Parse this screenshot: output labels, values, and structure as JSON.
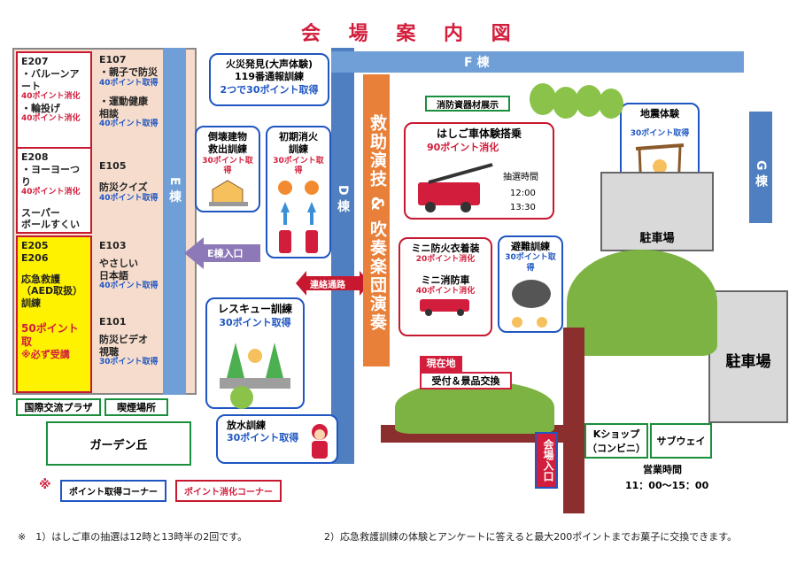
{
  "title": "会 場 案 内 図",
  "rooms": {
    "e207": {
      "code": "E207",
      "l1": "・バルーンアート",
      "p1": "40ポイント消化",
      "l2": "・輪投げ",
      "p2": "40ポイント消化"
    },
    "e208": {
      "code": "E208",
      "l1": "・ヨーヨーつり",
      "p1": "40ポイント消化",
      "l2": "スーパー",
      "l3": "ボールすくい"
    },
    "e205": {
      "code1": "E205",
      "code2": "E206",
      "l1": "応急救護",
      "l2": "（AED取扱）",
      "l3": "訓練",
      "p1": "50ポイント取",
      "note": "※必ず受講"
    },
    "e107": {
      "code": "E107",
      "l1": "・親子で防災",
      "p1": "40ポイント取得",
      "l2": "・運動健康",
      "l3": "相談",
      "p2": "40ポイント取得"
    },
    "e105": {
      "code": "E105",
      "l1": "防災クイズ",
      "p1": "40ポイント取得"
    },
    "e103": {
      "code": "E103",
      "l1": "やさしい",
      "l2": "日本語",
      "p1": "40ポイント取得"
    },
    "e101": {
      "code": "E101",
      "l1": "防災ビデオ",
      "l2": "視聴",
      "p1": "30ポイント取得"
    }
  },
  "roads": {
    "e_label": "E 棟",
    "d_label": "D 棟",
    "f_label": "F 棟",
    "g_label": "G 棟",
    "e_entrance": "E棟入口",
    "connector": "連絡通路"
  },
  "cards": {
    "fire_report": {
      "l1": "火災発見(大声体験)",
      "l2": "119番通報訓練",
      "p": "2つで30ポイント取得"
    },
    "collapse": {
      "l1": "倒壊建物",
      "l2": "救出訓練",
      "p": "30ポイント取得"
    },
    "initial_fire": {
      "l1": "初期消火",
      "l2": "訓練",
      "p": "30ポイント取得"
    },
    "rescue": {
      "l1": "レスキュー訓練",
      "p": "30ポイント取得"
    },
    "water": {
      "l1": "放水訓練",
      "p": "30ポイント取得"
    },
    "ladder": {
      "l1": "はしご車体験搭乗",
      "p": "90ポイント消化",
      "t1": "抽選時間",
      "t2": "12:00",
      "t3": "13:30"
    },
    "gear": {
      "l1": "ミニ防火衣着装",
      "p1": "20ポイント消化",
      "l2": "ミニ消防車",
      "p2": "40ポイント消化"
    },
    "evac": {
      "l1": "避難訓練",
      "p": "30ポイント取得"
    },
    "quake": {
      "l1": "地震体験",
      "p": "30ポイント取得"
    }
  },
  "labels": {
    "performance": "救助演技 & 吹奏楽団演奏",
    "equipment": "消防資器材展示",
    "current": "現在地",
    "reception": "受付＆景品交換",
    "venue_entrance": "会場入口",
    "plaza": "国際交流プラザ",
    "smoking": "喫煙場所",
    "garden": "ガーデン丘",
    "kshop1": "Kショップ",
    "kshop2": "（コンビニ）",
    "subway": "サブウェイ",
    "hours_label": "営業時間",
    "hours": "11：00～15：00",
    "parking": "駐車場"
  },
  "legend": {
    "mark": "※",
    "get": "ポイント取得コーナー",
    "use": "ポイント消化コーナー"
  },
  "notes": {
    "n1": "※　1）はしご車の抽選は12時と13時半の2回です。",
    "n2": "2）応急救護訓練の体験とアンケートに答えると最大200ポイントまでお菓子に交換できます。"
  },
  "colors": {
    "red": "#d21e3c",
    "blue": "#1f56c2",
    "road": "#6f9fd6",
    "orange": "#e8803a",
    "yellow": "#fff200"
  }
}
